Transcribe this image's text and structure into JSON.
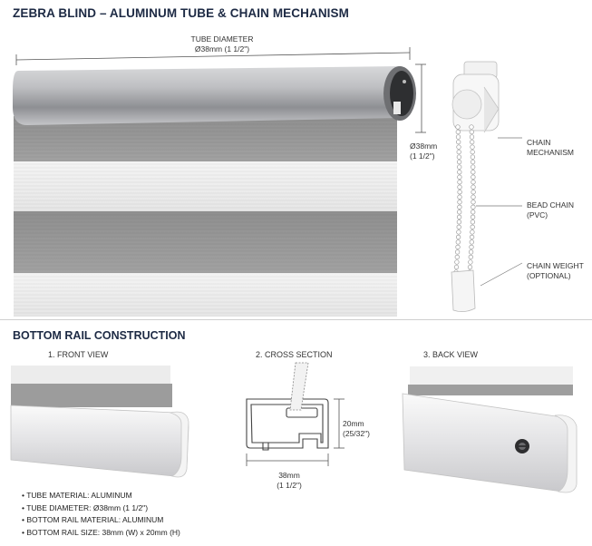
{
  "title": "ZEBRA BLIND – ALUMINUM TUBE & CHAIN MECHANISM",
  "tube": {
    "diameter_label": "TUBE DIAMETER",
    "diameter_value": "Ø38mm (1 1/2\")",
    "side_value": "Ø38mm",
    "side_value_inch": "(1 1/2\")"
  },
  "callouts": {
    "chain_mechanism": [
      "CHAIN",
      "MECHANISM"
    ],
    "bead_chain": [
      "BEAD CHAIN",
      "(PVC)"
    ],
    "chain_weight": [
      "CHAIN WEIGHT",
      "(OPTIONAL)"
    ]
  },
  "bottom_rail": {
    "title": "BOTTOM RAIL CONSTRUCTION",
    "views": [
      "1. FRONT VIEW",
      "2. CROSS SECTION",
      "3. BACK VIEW"
    ],
    "height_value": "20mm",
    "height_inch": "(25/32\")",
    "width_value": "38mm",
    "width_inch": "(1 1/2\")"
  },
  "specs": [
    "TUBE MATERIAL: ALUMINUM",
    "TUBE DIAMETER: Ø38mm (1 1/2\")",
    "BOTTOM RAIL MATERIAL: ALUMINUM",
    "BOTTOM RAIL SIZE: 38mm (W) x 20mm (H)"
  ],
  "colors": {
    "heading": "#1d2a44",
    "tube": "#a9aaad",
    "dark_stripe": "#8c8c8c",
    "sheer_stripe": "#ededed"
  }
}
